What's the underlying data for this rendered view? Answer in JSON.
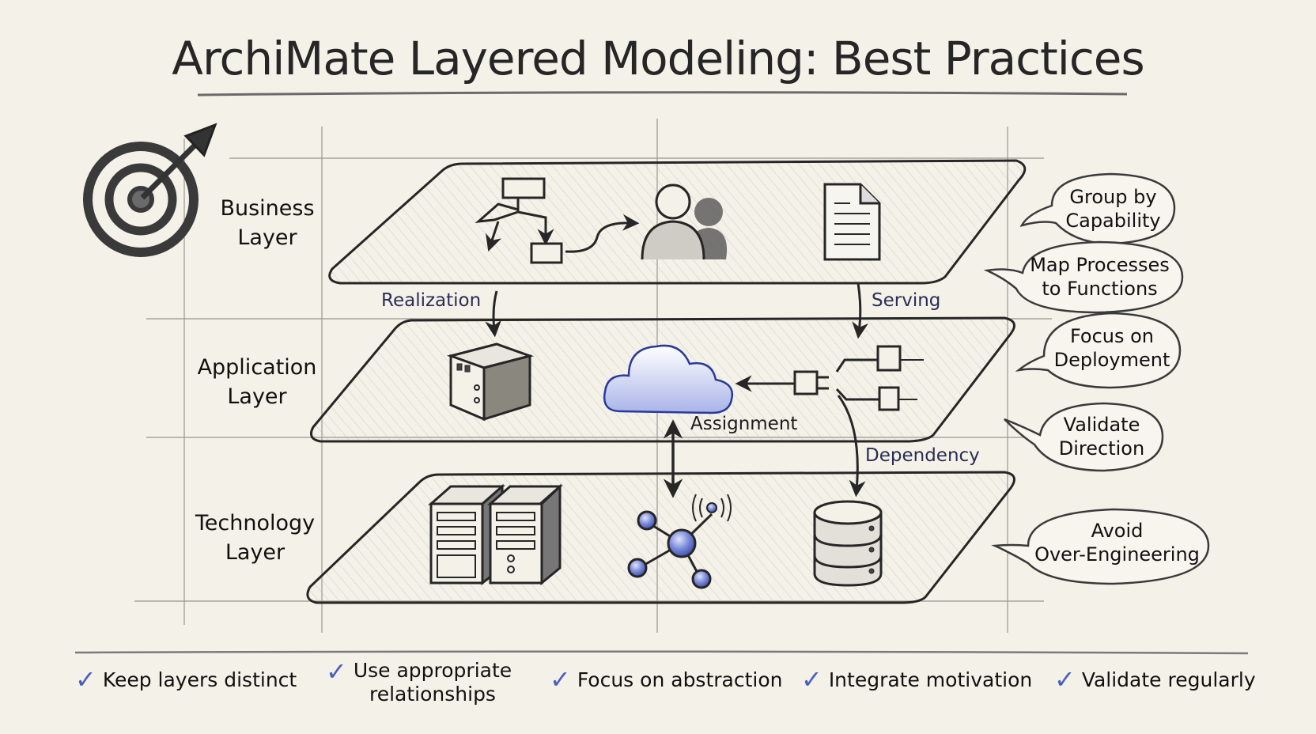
{
  "title": "ArchiMate Layered Modeling: Best Practices",
  "colors": {
    "background": "#f4f1e8",
    "ink": "#262626",
    "relation_text": "#2a2d55",
    "accent_blue": "#5a6fc8",
    "plane_fill": "#dcdad3"
  },
  "icons": {
    "goal": "target-arrow-icon",
    "business": [
      "process-flow-icon",
      "actors-icon",
      "document-icon"
    ],
    "application": [
      "application-component-icon",
      "cloud-icon",
      "interface-plugs-icon"
    ],
    "technology": [
      "servers-icon",
      "network-node-icon",
      "database-icon"
    ]
  },
  "layers": [
    {
      "id": "business",
      "label_line1": "Business",
      "label_line2": "Layer"
    },
    {
      "id": "application",
      "label_line1": "Application",
      "label_line2": "Layer"
    },
    {
      "id": "technology",
      "label_line1": "Technology",
      "label_line2": "Layer"
    }
  ],
  "relationships": [
    {
      "label": "Realization",
      "from": "business",
      "to": "application"
    },
    {
      "label": "Serving",
      "from": "business",
      "to": "application"
    },
    {
      "label": "Assignment",
      "from": "application",
      "to": "technology"
    },
    {
      "label": "Dependency",
      "from": "application",
      "to": "technology"
    }
  ],
  "bubbles": [
    {
      "line1": "Group by",
      "line2": "Capability"
    },
    {
      "line1": "Map Processes",
      "line2": "to Functions"
    },
    {
      "line1": "Focus on",
      "line2": "Deployment"
    },
    {
      "line1": "Validate",
      "line2": "Direction"
    },
    {
      "line1": "Avoid",
      "line2": "Over-Engineering"
    }
  ],
  "footer": {
    "check_icon": "✓",
    "items": [
      {
        "line1": "Keep layers distinct",
        "line2": ""
      },
      {
        "line1": "Use appropriate",
        "line2": "relationships"
      },
      {
        "line1": "Focus on abstraction",
        "line2": ""
      },
      {
        "line1": "Integrate motivation",
        "line2": ""
      },
      {
        "line1": "Validate regularly",
        "line2": ""
      }
    ]
  }
}
